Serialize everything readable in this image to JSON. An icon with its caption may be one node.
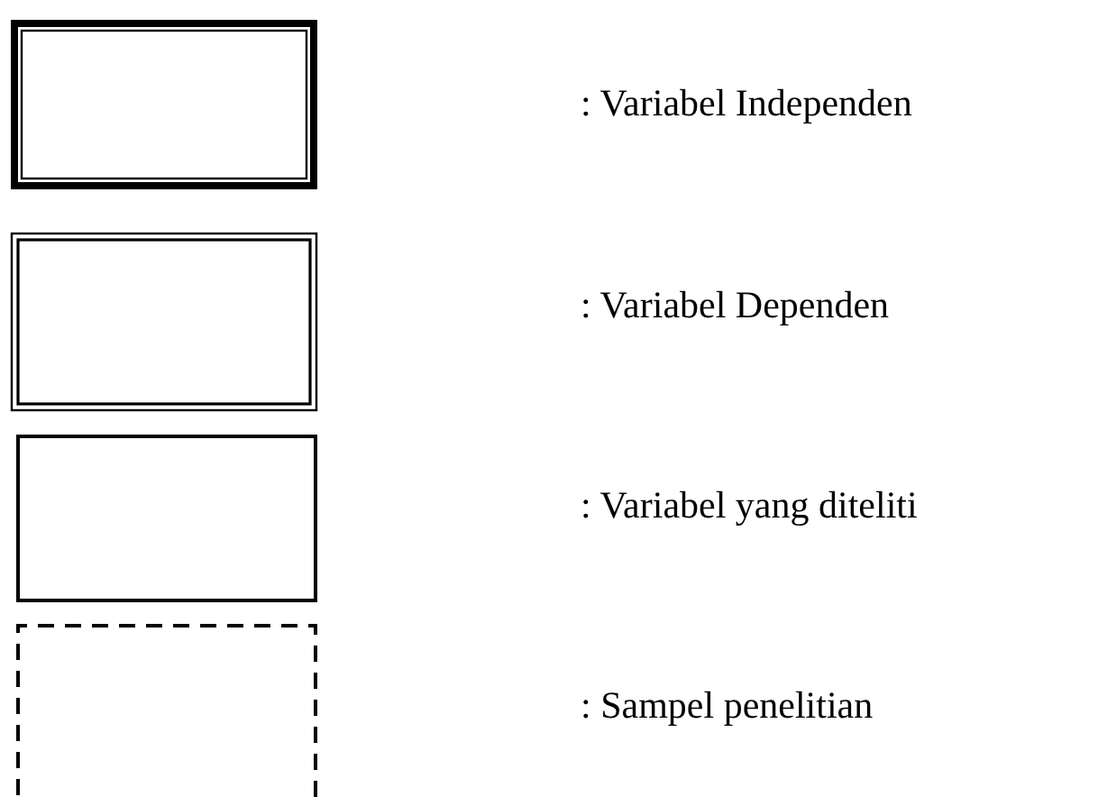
{
  "diagram": {
    "legend": [
      {
        "text": ": Variabel Independen"
      },
      {
        "text": ": Variabel Dependen"
      },
      {
        "text": ": Variabel yang diteliti"
      },
      {
        "text": ": Sampel penelitian"
      }
    ]
  }
}
